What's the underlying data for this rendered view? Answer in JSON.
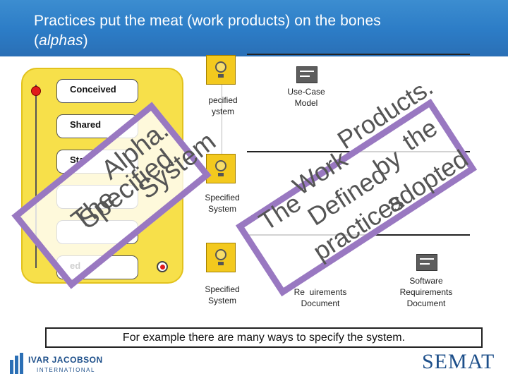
{
  "title": {
    "line1": "Practices put the meat (work products) on the bones",
    "line2_open": "(",
    "line2_italic": "alphas",
    "line2_close": ")"
  },
  "alpha_states": [
    "Conceived",
    "Shared",
    "Sta",
    "",
    "",
    "ed"
  ],
  "work_product_captions": {
    "top_left": "pecified\nystem",
    "mid_left": "Specified\nSystem",
    "bottom_left": "Specified\nSystem",
    "use_case_model": "Use-Case\nModel",
    "requirements_doc_partial": "Re  uirements\nDocument",
    "software_requirements_doc": "Software\nRequirements\nDocument"
  },
  "overlays": {
    "alpha_overlay_words": [
      "The",
      "Alpha.",
      "Specified",
      "System"
    ],
    "product_overlay_words": [
      "The",
      "Work",
      "Products.",
      "Defined",
      "by",
      "the",
      "practices",
      "adopted"
    ]
  },
  "example_text": "For example there are many ways to specify the system.",
  "logos": {
    "ivar_jacobson": "IVAR JACOBSON",
    "ivar_jacobson_sub": "INTERNATIONAL",
    "semat": "SEMAT"
  },
  "colors": {
    "title_bar": "#2c7cc6",
    "alpha_panel": "#f7e04a",
    "overlay_border": "#9978c1",
    "tile": "#f3c91e"
  }
}
